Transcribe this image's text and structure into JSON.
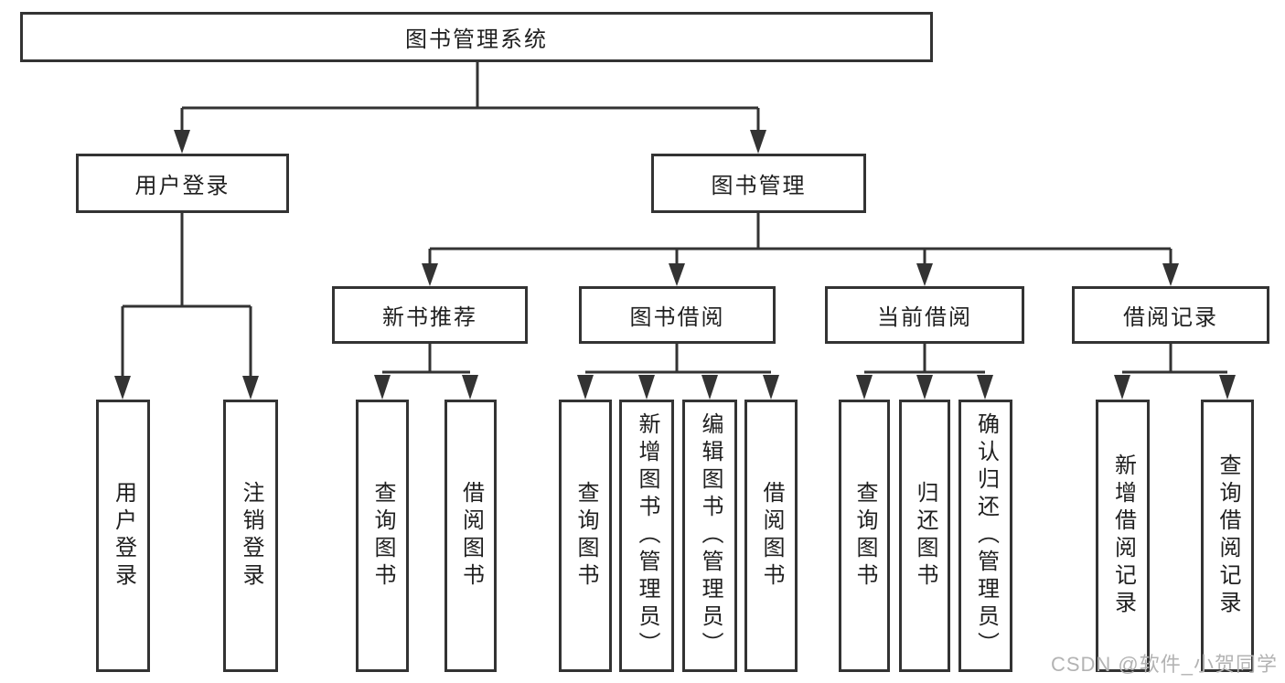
{
  "diagram_type": "functional-structure-tree",
  "colors": {
    "line": "#333333",
    "box_border": "#333333",
    "text": "#1f1f1f",
    "background": "#ffffff",
    "watermark": "#b3b3b3"
  },
  "tree": {
    "label": "图书管理系统",
    "children": [
      {
        "label": "用户登录",
        "children": [
          {
            "label": "用户登录"
          },
          {
            "label": "注销登录"
          }
        ]
      },
      {
        "label": "图书管理",
        "children": [
          {
            "label": "新书推荐",
            "children": [
              {
                "label": "查询图书"
              },
              {
                "label": "借阅图书"
              }
            ]
          },
          {
            "label": "图书借阅",
            "children": [
              {
                "label": "查询图书"
              },
              {
                "label": "新增图书（管理员）"
              },
              {
                "label": "编辑图书（管理员）"
              },
              {
                "label": "借阅图书"
              }
            ]
          },
          {
            "label": "当前借阅",
            "children": [
              {
                "label": "查询图书"
              },
              {
                "label": "归还图书"
              },
              {
                "label": "确认归还（管理员）"
              }
            ]
          },
          {
            "label": "借阅记录",
            "children": [
              {
                "label": "新增借阅记录"
              },
              {
                "label": "查询借阅记录"
              }
            ]
          }
        ]
      }
    ]
  },
  "watermark": "CSDN @软件_小贺同学"
}
